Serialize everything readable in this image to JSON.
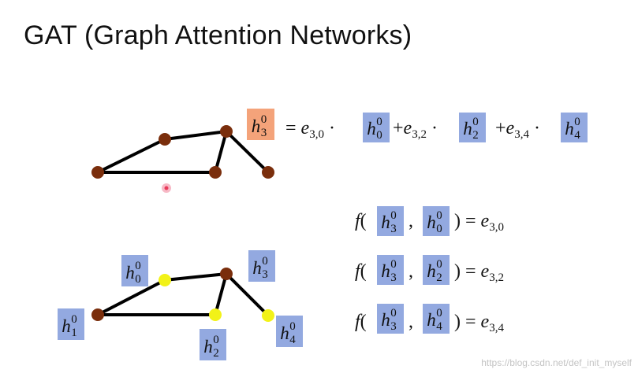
{
  "title": "GAT (Graph Attention Networks)",
  "colors": {
    "blue_box": "#93a9e0",
    "orange_box": "#f4a37a",
    "node_brown": "#7a2e0c",
    "node_yellow": "#f2f218",
    "cursor": "#e83a5a"
  },
  "labels": {
    "h": "h",
    "sup0": "0",
    "idx0": "0",
    "idx1": "1",
    "idx2": "2",
    "idx3": "3",
    "idx4": "4"
  },
  "equation": {
    "eq_sign": "=",
    "plus": "+",
    "dot": "·",
    "e": "e",
    "e30": "3,0",
    "e32": "3,2",
    "e34": "3,4"
  },
  "scoring": {
    "f": "f",
    "open": "(",
    "comma": ",",
    "close": ")",
    "eq_sign": "="
  },
  "watermark": "https://blog.csdn.net/def_init_myself"
}
